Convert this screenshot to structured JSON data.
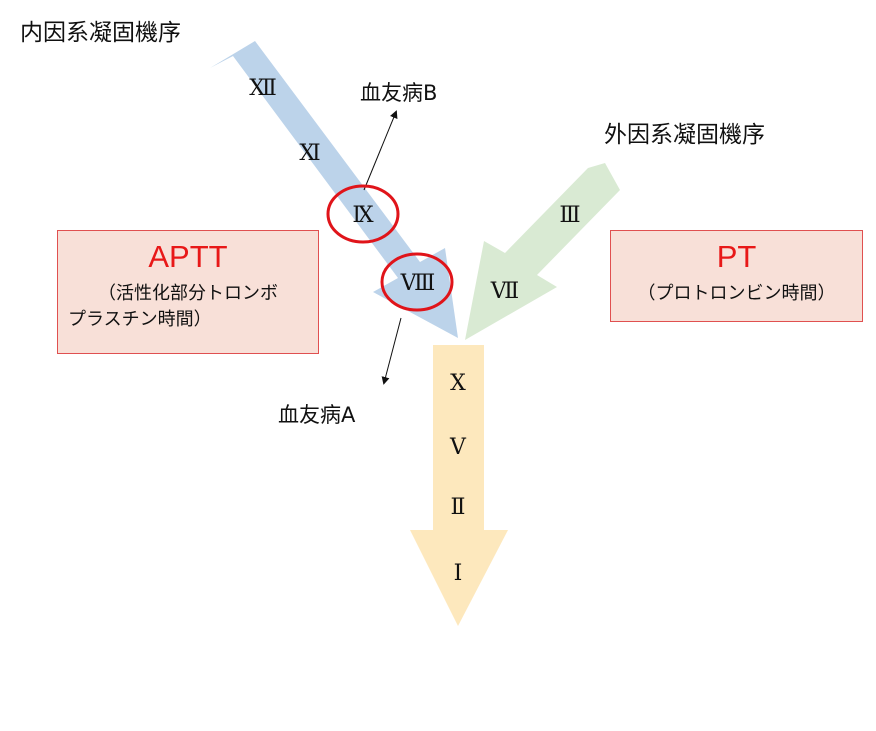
{
  "pathways": {
    "intrinsic": "内因系凝固機序",
    "extrinsic": "外因系凝固機序"
  },
  "factors": {
    "intrinsic": [
      "Ⅻ",
      "Ⅺ",
      "Ⅸ",
      "Ⅷ"
    ],
    "extrinsic": [
      "Ⅲ",
      "Ⅶ"
    ],
    "common": [
      "Ⅹ",
      "Ⅴ",
      "Ⅱ",
      "Ⅰ"
    ]
  },
  "diseases": {
    "hemophilia_b": "血友病B",
    "hemophilia_a": "血友病A"
  },
  "tests": {
    "aptt": {
      "abbr": "APTT",
      "full_line1": "（活性化部分トロンボ",
      "full_line2": "プラスチン時間）"
    },
    "pt": {
      "abbr": "PT",
      "full": "（プロトロンビン時間）"
    }
  },
  "colors": {
    "intrinsic_arrow": "#bcd3ea",
    "extrinsic_arrow": "#d9ead3",
    "common_arrow": "#fde8bd",
    "highlight_circle": "#e0141a",
    "test_abbr": "#e81818",
    "box_fill": "#f8e0d8",
    "box_border": "#e05050"
  }
}
